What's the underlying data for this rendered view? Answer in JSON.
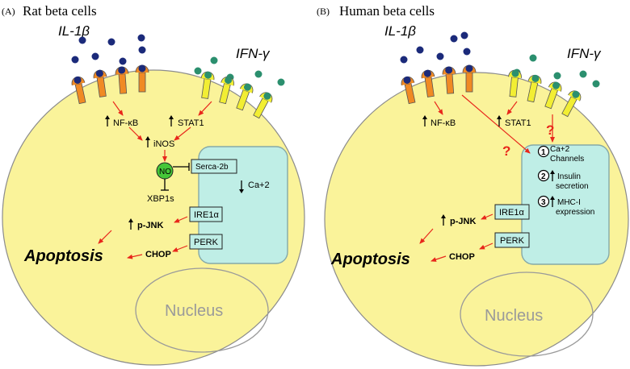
{
  "panel_a": {
    "letter": "(A)",
    "title": "Rat beta cells",
    "il1b": "IL-1β",
    "ifng": "IFN-γ",
    "nfkb": "NF-κB",
    "stat1": "STAT1",
    "inos": "iNOS",
    "no": "NO",
    "serca": "Serca-2b",
    "ca": "Ca+2",
    "xbp1s": "XBP1s",
    "ire1a": "IRE1α",
    "pjnk": "p-JNK",
    "perk": "PERK",
    "chop": "CHOP",
    "apoptosis": "Apoptosis",
    "nucleus": "Nucleus"
  },
  "panel_b": {
    "letter": "(B)",
    "title": "Human beta cells",
    "il1b": "IL-1β",
    "ifng": "IFN-γ",
    "nfkb": "NF-κB",
    "stat1": "STAT1",
    "q_mark": "?",
    "step1_num": "1",
    "step1_text_a": "Ca+2",
    "step1_text_b": "Channels",
    "step2_num": "2",
    "step2_text_a": "Insulin",
    "step2_text_b": "secretion",
    "step3_num": "3",
    "step3_text_a": "MHC-I",
    "step3_text_b": "expression",
    "ire1a": "IRE1α",
    "pjnk": "p-JNK",
    "perk": "PERK",
    "chop": "CHOP",
    "apoptosis": "Apoptosis",
    "nucleus": "Nucleus"
  },
  "colors": {
    "cell": "#faf39a",
    "er": "#bfeee6",
    "il1_receptor": "#f08a24",
    "ifn_receptor": "#f2ee33",
    "il1_ligand": "#1b2a7a",
    "ifn_ligand": "#2b8f6e",
    "arrow_red": "#e8271b",
    "no_green": "#45c638"
  }
}
